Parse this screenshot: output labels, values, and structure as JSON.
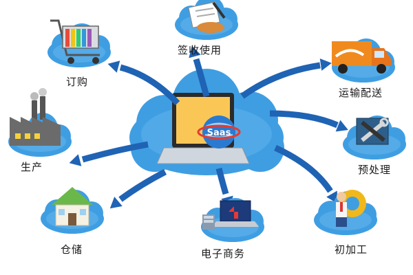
{
  "nodes": {
    "order": "订购",
    "sign_use": "签收使用",
    "transport": "运输配送",
    "production": "生产",
    "preprocess": "预处理",
    "warehouse": "仓储",
    "ecommerce": "电子商务",
    "initial_processing": "初加工"
  },
  "hub": {
    "badge_text": "Saas"
  },
  "colors": {
    "cloud": "#3f9ee2",
    "cloud_light": "#7cc3f2",
    "arrow": "#1f63b4"
  },
  "icons": {
    "order": "shopping-cart-icon",
    "sign_use": "signing-document-icon",
    "transport": "delivery-truck-icon",
    "production": "factory-icon",
    "preprocess": "tools-icon",
    "warehouse": "house-icon",
    "ecommerce": "laptop-icon",
    "initial_processing": "worker-gear-icon",
    "hub": "computer-globe-icon"
  }
}
